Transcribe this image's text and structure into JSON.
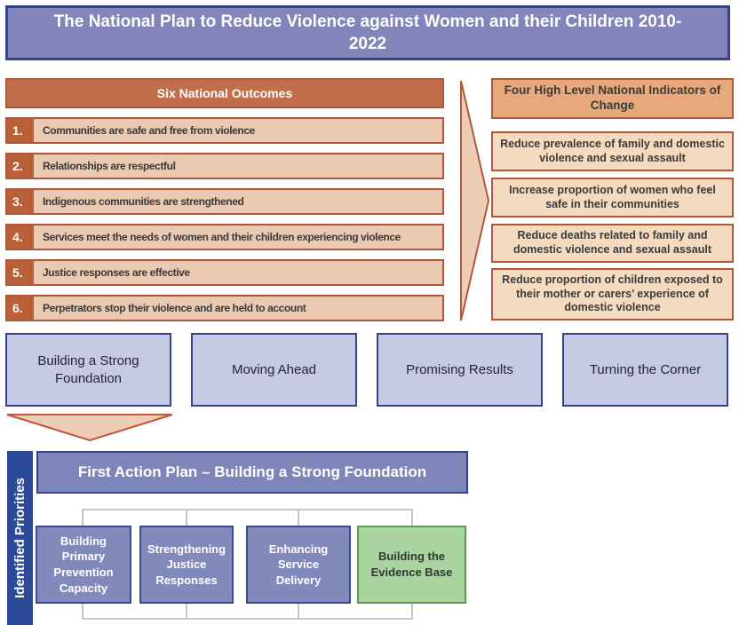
{
  "banner": {
    "title": "The National Plan to Reduce Violence against Women and their Children 2010-2022"
  },
  "outcomes": {
    "header": "Six National Outcomes",
    "items": [
      {
        "num": "1.",
        "text": "Communities are safe and free from violence"
      },
      {
        "num": "2.",
        "text": "Relationships are respectful"
      },
      {
        "num": "3.",
        "text": "Indigenous communities are strengthened"
      },
      {
        "num": "4.",
        "text": "Services meet the needs of women and their children experiencing violence"
      },
      {
        "num": "5.",
        "text": "Justice responses are effective"
      },
      {
        "num": "6.",
        "text": "Perpetrators stop their violence and are held to account"
      }
    ]
  },
  "indicators": {
    "header": "Four High Level National Indicators of Change",
    "items": [
      "Reduce prevalence of family and domestic violence and sexual assault",
      "Increase proportion of women who feel safe in their communities",
      "Reduce deaths related to family and domestic violence and sexual assault",
      "Reduce proportion of children exposed to their mother or carers’ experience of domestic violence"
    ]
  },
  "phases": [
    "Building a Strong Foundation",
    "Moving Ahead",
    "Promising Results",
    "Turning the Corner"
  ],
  "action_plan": {
    "side_label": "Identified Priorities",
    "header": "First Action Plan – Building a Strong Foundation",
    "priorities": [
      "Building Primary Prevention Capacity",
      "Strengthening Justice Responses",
      "Enhancing Service Delivery",
      "Building the Evidence Base"
    ]
  },
  "palette": {
    "banner_fill": "#8285b9",
    "banner_border": "#35418d",
    "terracotta_header": "#c16f4b",
    "terracotta_number": "#b86038",
    "peach_row": "#eac9b2",
    "brick_border": "#b0583a",
    "indicator_header": "#e7a87b",
    "indicator_item": "#f4dabf",
    "phase_fill": "#c5c9e1",
    "arrow_fill": "#eecdb6",
    "navy_bar": "#2c4a97",
    "action_header_fill": "#7e86b9",
    "priority_blue": "#8289bb",
    "priority_green": "#a9d49f",
    "green_border": "#5d9b54",
    "connector_gray": "#c6c6c6"
  }
}
